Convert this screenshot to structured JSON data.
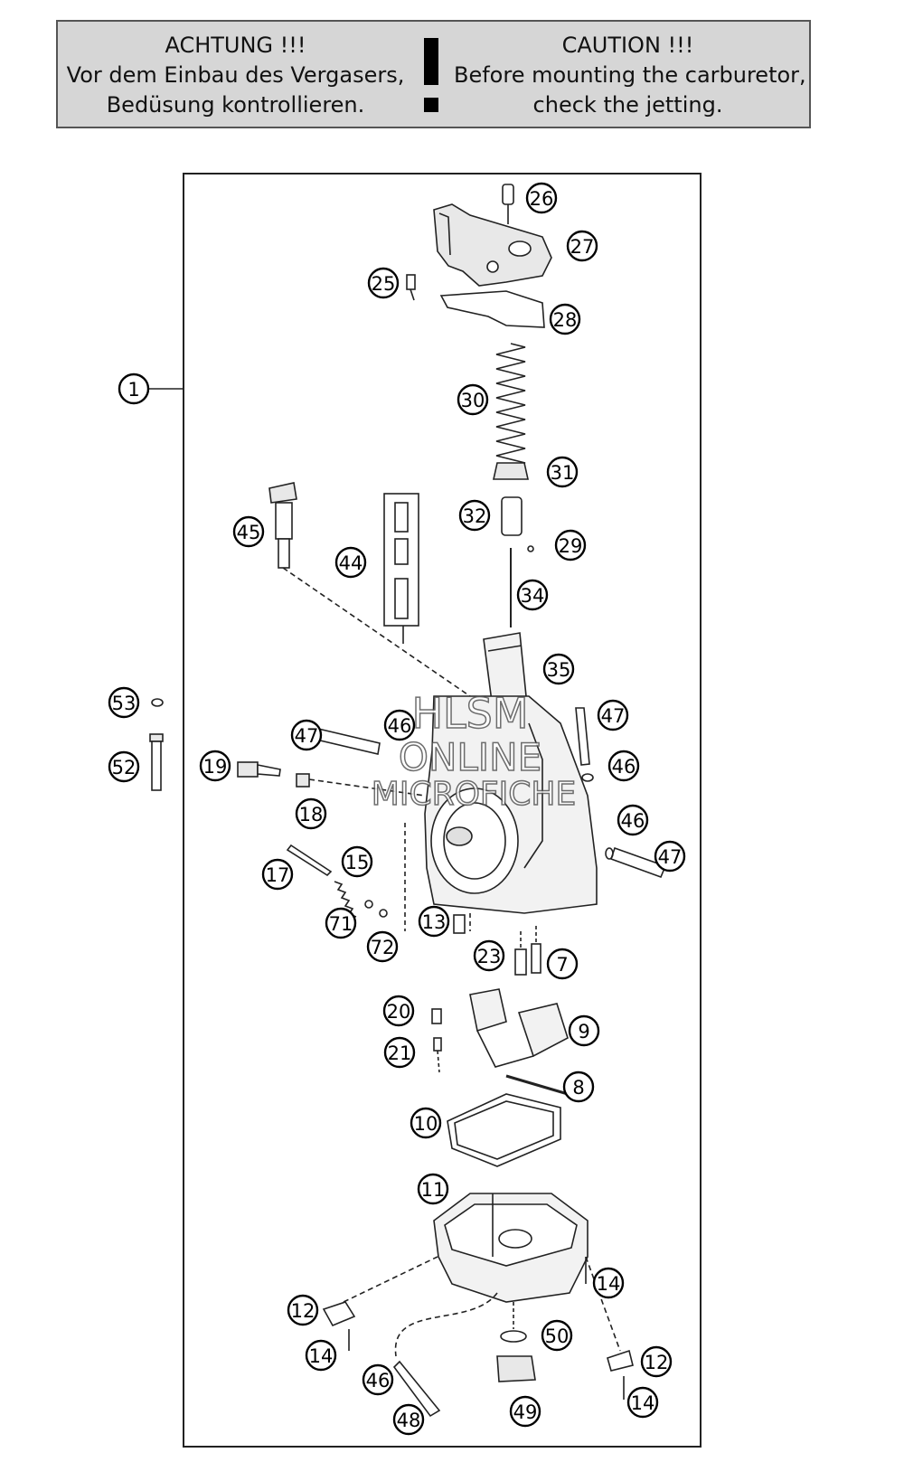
{
  "warning": {
    "german": {
      "heading": "ACHTUNG !!!",
      "line1": "Vor dem Einbau des Vergasers,",
      "line2": "Bedüsung kontrollieren."
    },
    "english": {
      "heading": "CAUTION !!!",
      "line1": "Before mounting the carburetor,",
      "line2": "check the jetting."
    }
  },
  "watermark": {
    "line1": "HLSM",
    "line2": "ONLINE",
    "line3": "MICROFICHE"
  },
  "labels": {
    "p1": "1",
    "p7": "7",
    "p8": "8",
    "p9": "9",
    "p10": "10",
    "p11": "11",
    "p12a": "12",
    "p12b": "12",
    "p13": "13",
    "p14a": "14",
    "p14b": "14",
    "p14c": "14",
    "p15": "15",
    "p17": "17",
    "p18": "18",
    "p19": "19",
    "p20": "20",
    "p21": "21",
    "p23": "23",
    "p25": "25",
    "p26": "26",
    "p27": "27",
    "p28": "28",
    "p29": "29",
    "p30": "30",
    "p31": "31",
    "p32": "32",
    "p34": "34",
    "p35": "35",
    "p44": "44",
    "p45": "45",
    "p46a": "46",
    "p46b": "46",
    "p46c": "46",
    "p46d": "46",
    "p47a": "47",
    "p47b": "47",
    "p47c": "47",
    "p48": "48",
    "p49": "49",
    "p50": "50",
    "p52": "52",
    "p53": "53",
    "p71": "71",
    "p72": "72"
  }
}
